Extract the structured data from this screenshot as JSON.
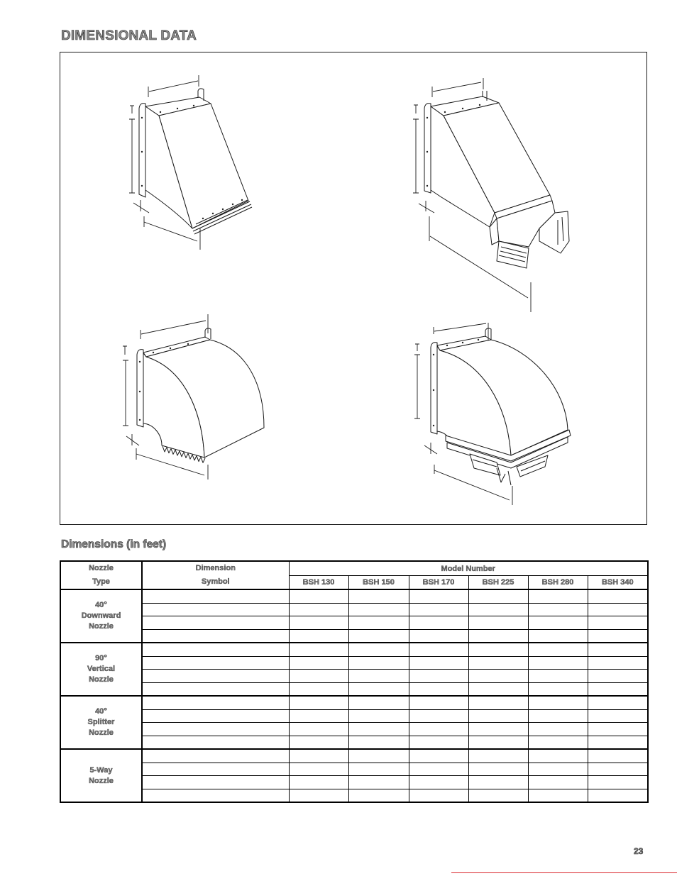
{
  "page": {
    "title": "DIMENSIONAL DATA",
    "section_heading": "Dimensions (in feet)",
    "page_number": "23",
    "accent_color": "#d9262b"
  },
  "table": {
    "header": {
      "nozzle_type": [
        "Nozzle",
        "Type"
      ],
      "dimension_symbol": [
        "Dimension",
        "Symbol"
      ],
      "model_number": "Model Number",
      "models": [
        "BSH 130",
        "BSH 150",
        "BSH 170",
        "BSH 225",
        "BSH 280",
        "BSH 340"
      ]
    },
    "groups": [
      {
        "label": [
          "40°",
          "Downward",
          "Nozzle"
        ],
        "rows": [
          [
            "",
            "",
            "",
            "",
            "",
            "",
            ""
          ],
          [
            "",
            "",
            "",
            "",
            "",
            "",
            ""
          ],
          [
            "",
            "",
            "",
            "",
            "",
            "",
            ""
          ],
          [
            "",
            "",
            "",
            "",
            "",
            "",
            ""
          ]
        ]
      },
      {
        "label": [
          "90°",
          "Vertical",
          "Nozzle"
        ],
        "rows": [
          [
            "",
            "",
            "",
            "",
            "",
            "",
            ""
          ],
          [
            "",
            "",
            "",
            "",
            "",
            "",
            ""
          ],
          [
            "",
            "",
            "",
            "",
            "",
            "",
            ""
          ],
          [
            "",
            "",
            "",
            "",
            "",
            "",
            ""
          ]
        ]
      },
      {
        "label": [
          "40°",
          "Splitter",
          "Nozzle"
        ],
        "rows": [
          [
            "",
            "",
            "",
            "",
            "",
            "",
            ""
          ],
          [
            "",
            "",
            "",
            "",
            "",
            "",
            ""
          ],
          [
            "",
            "",
            "",
            "",
            "",
            "",
            ""
          ],
          [
            "",
            "",
            "",
            "",
            "",
            "",
            ""
          ]
        ]
      },
      {
        "label": [
          "5-Way",
          "Nozzle"
        ],
        "rows": [
          [
            "",
            "",
            "",
            "",
            "",
            "",
            ""
          ],
          [
            "",
            "",
            "",
            "",
            "",
            "",
            ""
          ],
          [
            "",
            "",
            "",
            "",
            "",
            "",
            ""
          ],
          [
            "",
            "",
            "",
            "",
            "",
            "",
            ""
          ]
        ]
      }
    ]
  }
}
